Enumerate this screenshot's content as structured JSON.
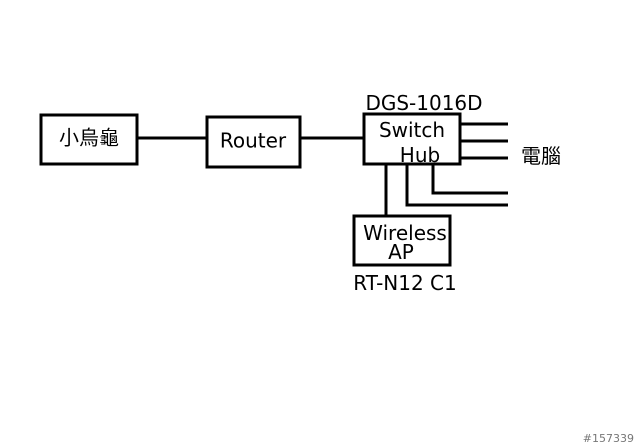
{
  "nodes": {
    "modem": {
      "label": "小烏龜"
    },
    "router": {
      "label": "Router"
    },
    "switch": {
      "model": "DGS-1016D",
      "line1": "Switch",
      "line2": "Hub"
    },
    "wireless_ap": {
      "line1": "Wireless",
      "line2": "AP",
      "model": "RT-N12 C1"
    },
    "computers": {
      "label": "電腦"
    }
  },
  "watermark": "#157339"
}
